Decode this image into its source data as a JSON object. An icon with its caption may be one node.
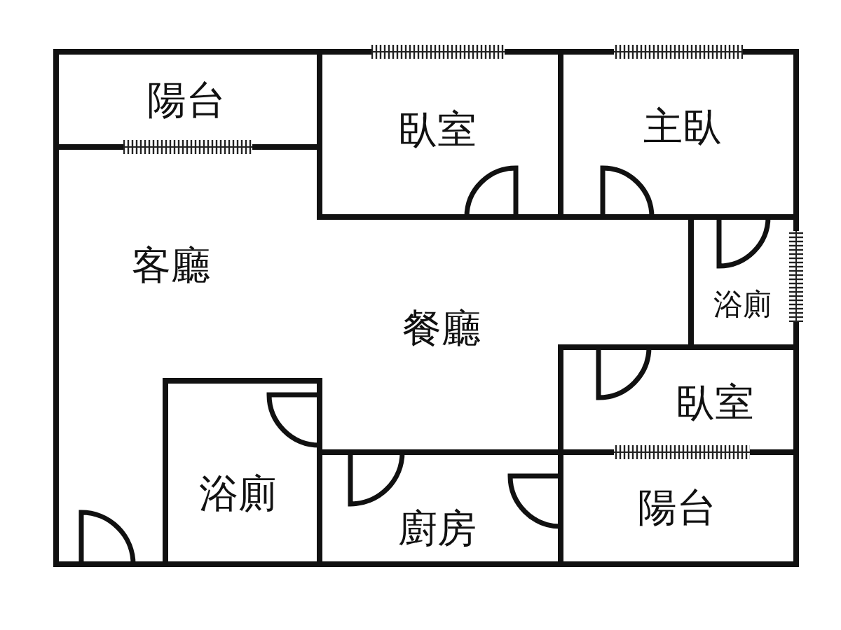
{
  "diagram": {
    "labels": [
      "陽台",
      "臥室",
      "主臥",
      "客廳",
      "餐廳",
      "浴廁",
      "臥室",
      "浴廁",
      "廚房",
      "陽台"
    ]
  }
}
